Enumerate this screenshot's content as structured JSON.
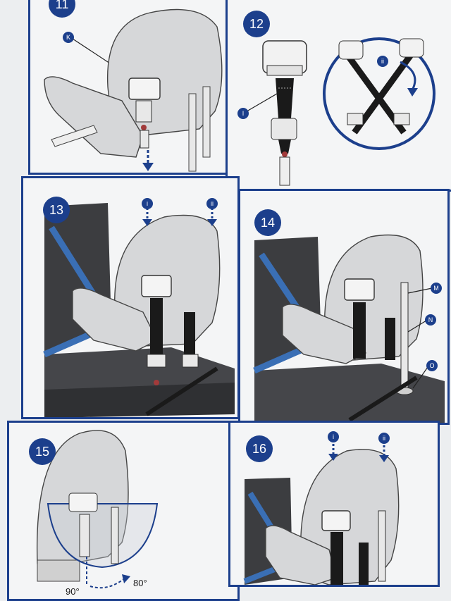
{
  "steps": {
    "s11": {
      "number": "11",
      "callout_k": "K"
    },
    "s12": {
      "number": "12",
      "callout_i": "I",
      "callout_ii": "ii"
    },
    "s13": {
      "number": "13",
      "callout_i": "i",
      "callout_ii": "ii"
    },
    "s14": {
      "number": "14",
      "callout_m": "M",
      "callout_n": "N",
      "callout_o": "O"
    },
    "s15": {
      "number": "15",
      "angle_left": "90°",
      "angle_right": "80°"
    },
    "s16": {
      "number": "16",
      "callout_i": "i",
      "callout_ii": "ii"
    }
  },
  "colors": {
    "frame": "#1c3f8c",
    "seat_shell": "#d6d7d9",
    "car_seat_dark": "#3c3d40",
    "belt_blue": "#3a6fb5",
    "strap": "#1a1a1a",
    "buckle_red": "#a23a3a"
  }
}
